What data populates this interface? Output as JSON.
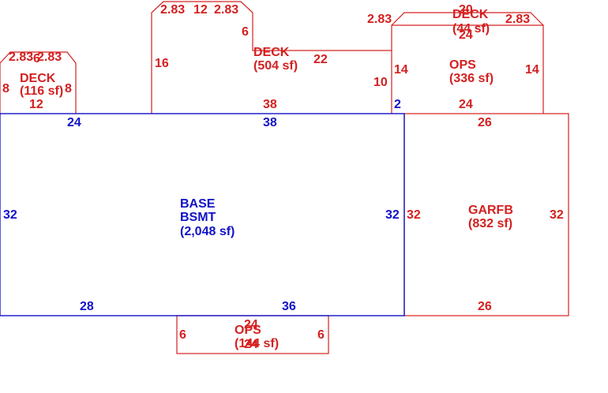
{
  "colors": {
    "red": "#d42020",
    "blue": "#1212c8",
    "background": "#ffffff"
  },
  "areas": {
    "base": {
      "line1": "BASE",
      "line2": "BSMT",
      "area": "(2,048 sf)"
    },
    "garage": {
      "name": "GARFB",
      "area": "(832 sf)"
    },
    "deck_left": {
      "name": "DECK",
      "area": "(116 sf)"
    },
    "deck_mid": {
      "name": "DECK",
      "area": "(504 sf)"
    },
    "deck_top_right": {
      "name": "DECK",
      "area": "(44 sf)"
    },
    "ops_right": {
      "name": "OPS",
      "area": "(336 sf)"
    },
    "ops_bottom": {
      "name": "OPS",
      "area": "(144 sf)"
    }
  },
  "dims": {
    "base": {
      "top_left": "24",
      "top_right": "38",
      "left": "32",
      "right": "32",
      "bottom_left": "28",
      "bottom_right": "36"
    },
    "garage": {
      "top": "26",
      "left": "32",
      "right": "32",
      "bottom": "26"
    },
    "deck_left": {
      "top_a": "2.83",
      "top_b": "6",
      "top_c": "2.83",
      "left": "8",
      "right": "8",
      "bottom": "12"
    },
    "deck_mid": {
      "top_a": "2.83",
      "top_b": "12",
      "top_c": "2.83",
      "left": "16",
      "inner_vert": "6",
      "right_run": "22",
      "inner_vert2": "10",
      "bottom": "38"
    },
    "ops_right": {
      "left": "14",
      "right": "14",
      "bottom": "24",
      "left_ext": "2"
    },
    "deck_top_right": {
      "left": "2.83",
      "top": "20",
      "right": "2.83",
      "bottom": "24"
    },
    "ops_bottom": {
      "top": "24",
      "left": "6",
      "right": "6",
      "bottom": "24"
    }
  }
}
